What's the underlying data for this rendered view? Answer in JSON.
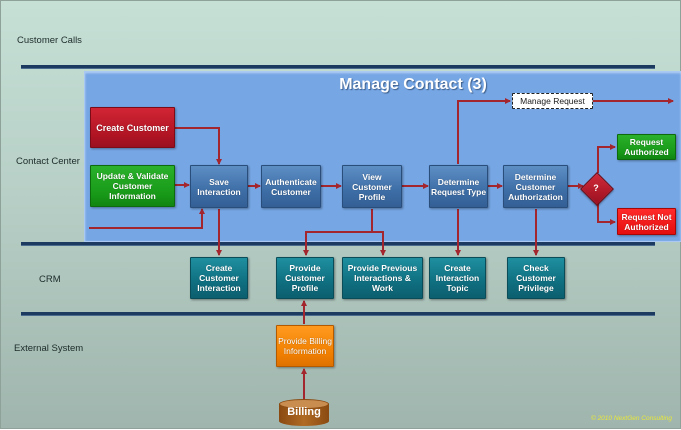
{
  "lanes": [
    {
      "label": "Customer Calls"
    },
    {
      "label": "Contact Center"
    },
    {
      "label": "CRM"
    },
    {
      "label": "External System"
    }
  ],
  "container": {
    "title": "Manage Contact (3)"
  },
  "nodes": {
    "create_customer": "Create Customer",
    "update_validate": "Update & Validate Customer Information",
    "save_interaction": "Save Interaction",
    "authenticate_customer": "Authenticate Customer",
    "view_customer_profile": "View Customer Profile",
    "determine_request_type": "Determine Request Type",
    "determine_customer_authorization": "Determine Customer Authorization",
    "decision": "?",
    "request_authorized": "Request Authorized",
    "request_not_authorized": "Request Not Authorized",
    "manage_request": "Manage Request",
    "create_customer_interaction": "Create Customer Interaction",
    "provide_customer_profile": "Provide Customer Profile",
    "provide_previous_interactions": "Provide  Previous Interactions & Work",
    "create_interaction_topic": "Create Interaction Topic",
    "check_customer_privilege": "Check Customer Privilege",
    "provide_billing_information": "Provide Billing Information",
    "billing": "Billing"
  },
  "colors": {
    "arrow": "#a3262f",
    "divider": "#1c3a60",
    "container": "#76a6e4"
  },
  "copyright": "© 2010 NextGen Consulting"
}
